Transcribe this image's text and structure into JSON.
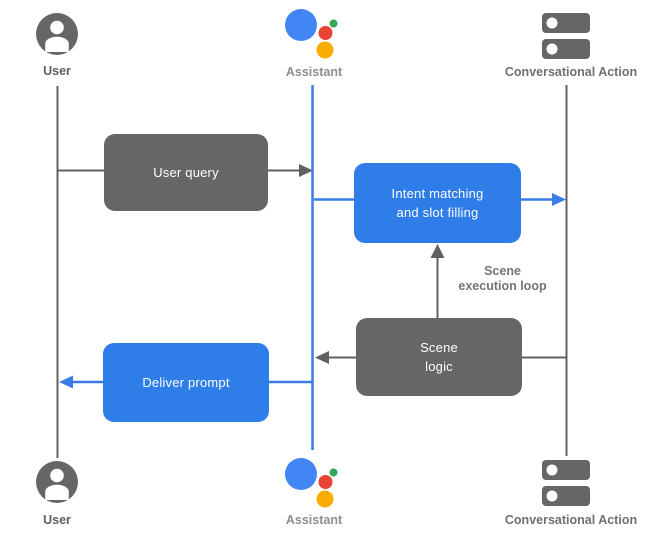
{
  "actors": {
    "user_top": {
      "label": "User",
      "icon": "user-icon"
    },
    "assistant_top": {
      "label": "Assistant",
      "icon": "assistant-icon"
    },
    "action_top": {
      "label": "Conversational Action",
      "icon": "server-stack-icon"
    },
    "user_bottom": {
      "label": "User",
      "icon": "user-icon"
    },
    "assistant_bottom": {
      "label": "Assistant",
      "icon": "assistant-icon"
    },
    "action_bottom": {
      "label": "Conversational Action",
      "icon": "server-stack-icon"
    }
  },
  "nodes": {
    "user_query": {
      "label": "User query"
    },
    "intent_matching": {
      "line1": "Intent matching",
      "line2": "and slot filling"
    },
    "scene_logic": {
      "line1": "Scene",
      "line2": "logic"
    },
    "deliver_prompt": {
      "label": "Deliver prompt"
    }
  },
  "annotations": {
    "scene_execution_loop": {
      "line1": "Scene",
      "line2": "execution loop"
    }
  },
  "colors": {
    "node_gray": "#666666",
    "node_blue": "#2e7de9",
    "line_gray": "#616161",
    "line_blue": "#3b7ce9",
    "assistant_logo_blue": "#4285f4",
    "assistant_logo_red": "#ea4335",
    "assistant_logo_green": "#34a853",
    "assistant_logo_yellow": "#f9ab00",
    "annotation_gray": "#757575",
    "background": "#ffffff"
  }
}
